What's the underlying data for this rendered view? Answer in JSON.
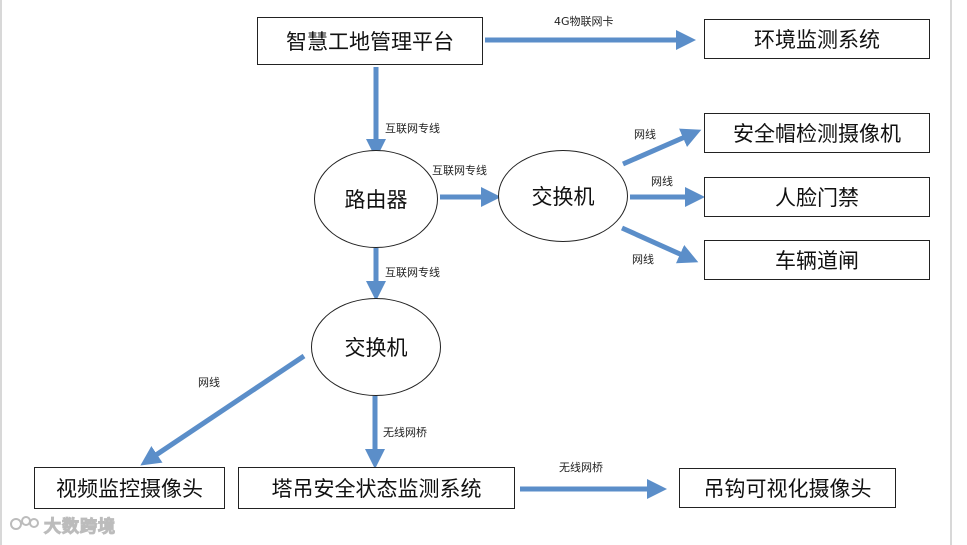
{
  "diagram": {
    "nodes": {
      "platform": "智慧工地管理平台",
      "env": "环境监测系统",
      "router": "路由器",
      "switch1": "交换机",
      "helmet": "安全帽检测摄像机",
      "face": "人脸门禁",
      "gate": "车辆道闸",
      "switch2": "交换机",
      "video": "视频监控摄像头",
      "crane": "塔吊安全状态监测系统",
      "hook": "吊钩可视化摄像头"
    },
    "edges": {
      "platform_env": "4G物联网卡",
      "platform_router": "互联网专线",
      "router_switch1": "互联网专线",
      "switch1_helmet": "网线",
      "switch1_face": "网线",
      "switch1_gate": "网线",
      "router_switch2": "互联网专线",
      "switch2_video": "网线",
      "switch2_crane": "无线网桥",
      "crane_hook": "无线网桥"
    },
    "colors": {
      "arrow": "#5b8ec9",
      "border": "#222222"
    }
  },
  "watermark": {
    "text": "大数跨境",
    "logo": "watermark-logo-icon"
  }
}
